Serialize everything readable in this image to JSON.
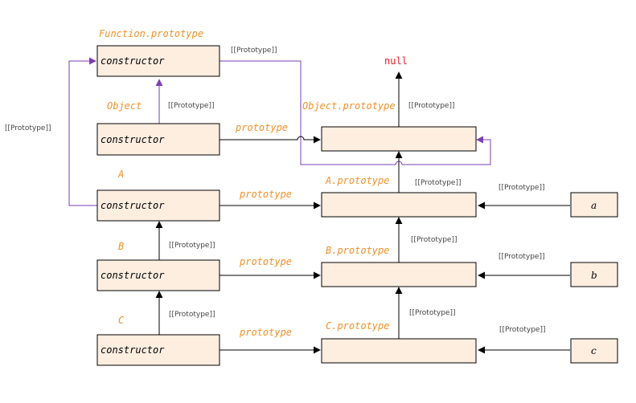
{
  "nodes": {
    "function_constructor": "constructor",
    "object_constructor": "constructor",
    "a_constructor": "constructor",
    "b_constructor": "constructor",
    "c_constructor": "constructor",
    "instance_a": "a",
    "instance_b": "b",
    "instance_c": "c"
  },
  "titles": {
    "function_prototype": "Function.prototype",
    "object": "Object",
    "object_prototype": "Object.prototype",
    "a": "A",
    "a_prototype": "A.prototype",
    "b": "B",
    "b_prototype": "B.prototype",
    "c": "C",
    "c_prototype": "C.prototype",
    "null": "null"
  },
  "edge_labels": {
    "prototype": "prototype",
    "proto_link": "[[Prototype]]"
  },
  "colors": {
    "box_fill": "#fdeee0",
    "title_orange": "#f39027",
    "null_red": "#e02020",
    "purple_link": "#7a3fb5"
  }
}
